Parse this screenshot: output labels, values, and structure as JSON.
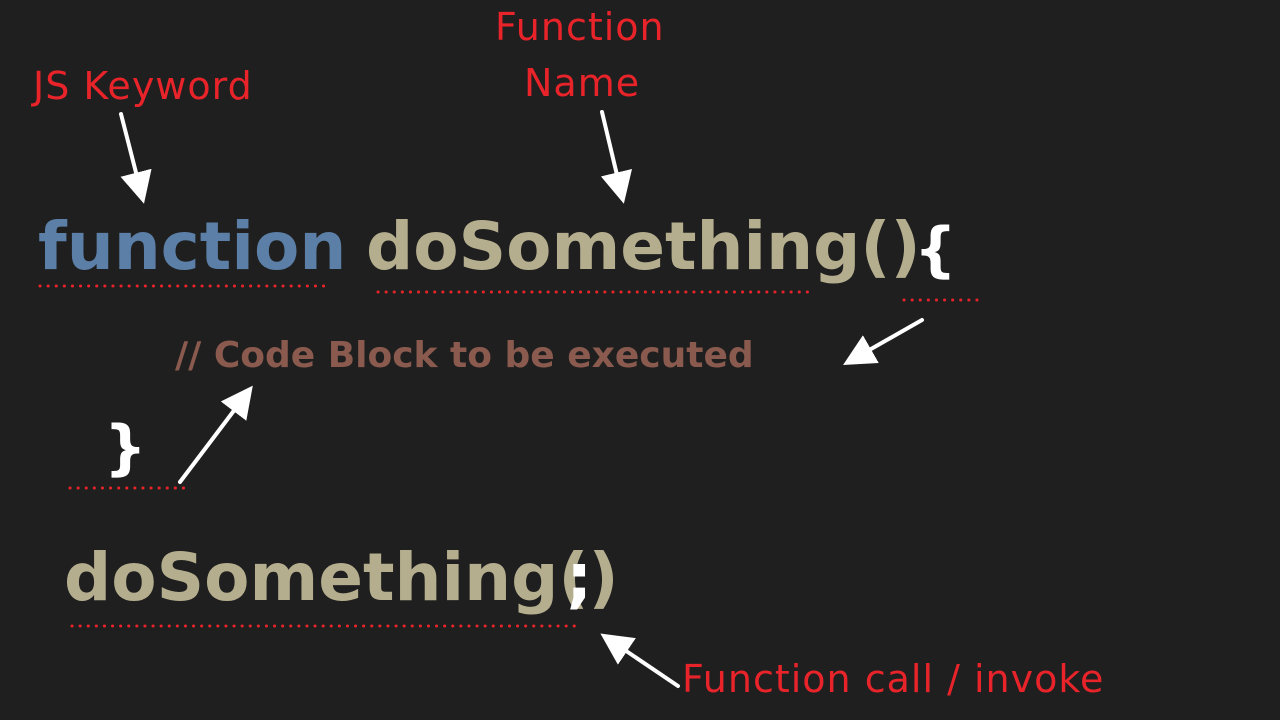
{
  "annotations": {
    "js_keyword": "JS Keyword",
    "function_name_line1": "Function",
    "function_name_line2": "Name",
    "function_call": "Function call / invoke"
  },
  "code": {
    "keyword": "function",
    "name": "doSomething()",
    "open_brace": "{",
    "comment": "// Code Block to be executed",
    "close_brace": "}",
    "call_name": "doSomething()",
    "semicolon": ";"
  },
  "colors": {
    "background": "#1f1f1f",
    "annotation": "#e8242a",
    "keyword": "#5b7fa6",
    "identifier": "#b5ae8e",
    "comment": "#8a5a4e",
    "punctuation": "#ffffff",
    "arrow": "#ffffff"
  }
}
